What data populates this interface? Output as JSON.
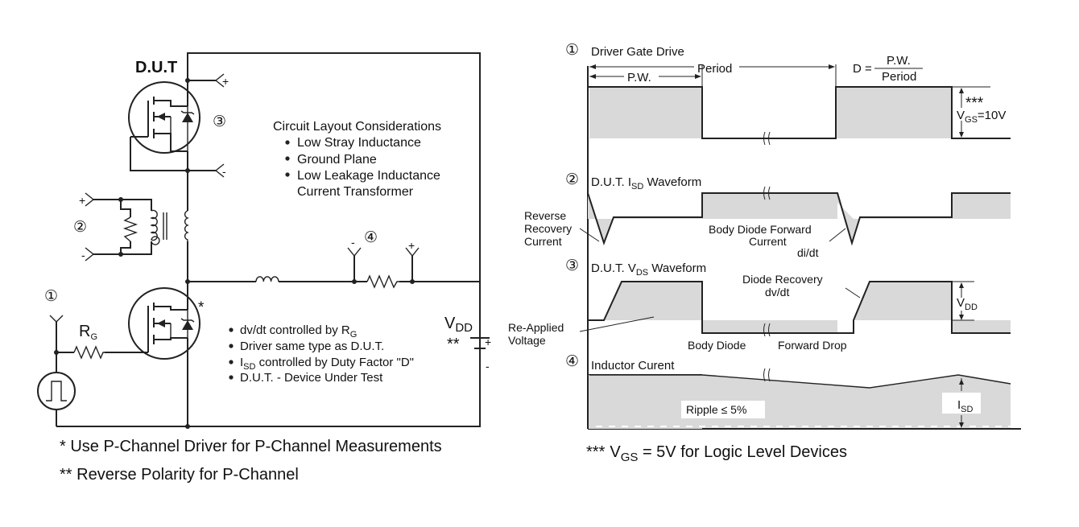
{
  "circuit": {
    "dut_label": "D.U.T",
    "n1": "①",
    "n2": "②",
    "n3": "③",
    "n4": "④",
    "rg_main": "R",
    "rg_sub": "G",
    "vdd_main": "V",
    "vdd_sub": "DD",
    "vdd_stars": "**",
    "plus": "+",
    "minus": "-",
    "star": "*",
    "considerations_title": "Circuit Layout Considerations",
    "considerations": [
      "Low Stray Inductance",
      "Ground Plane",
      "Low Leakage Inductance",
      "Current Transformer"
    ],
    "bullets": [
      {
        "pre": "dv/dt controlled by R",
        "sub": "G",
        "post": ""
      },
      {
        "pre": "Driver same type as D.U.T.",
        "sub": "",
        "post": ""
      },
      {
        "pre": "I",
        "sub": "SD",
        "post": " controlled by Duty Factor \"D\""
      },
      {
        "pre": "D.U.T. - Device Under Test",
        "sub": "",
        "post": ""
      }
    ],
    "footnote1": "* Use P-Channel Driver for P-Channel Measurements",
    "footnote2": "** Reverse Polarity for P-Channel"
  },
  "waveforms": {
    "w1_title": "Driver Gate Drive",
    "period": "Period",
    "pw": "P.W.",
    "d_eq": "D =",
    "d_num": "P.W.",
    "d_den": "Period",
    "vgs_stars": "***",
    "vgs_main": "V",
    "vgs_sub": "GS",
    "vgs_val": "=10V",
    "w2_title_pre": "D.U.T. I",
    "w2_title_sub": "SD",
    "w2_title_post": " Waveform",
    "reverse_recovery": [
      "Reverse",
      "Recovery",
      "Current"
    ],
    "body_diode_forward": "Body  Diode  Forward",
    "current": "Current",
    "didt": "di/dt",
    "w3_title_pre": "D.U.T. V",
    "w3_title_sub": "DS",
    "w3_title_post": " Waveform",
    "diode_recovery": "Diode  Recovery",
    "dvdt": "dv/dt",
    "vdd_main": "V",
    "vdd_sub": "DD",
    "reapplied": [
      "Re-Applied",
      "Voltage"
    ],
    "body_diode": "Body  Diode",
    "forward_drop": "Forward  Drop",
    "w4_title": "Inductor Curent",
    "ripple": "Ripple  ≤  5%",
    "isd_main": "I",
    "isd_sub": "SD",
    "footnote_stars": "***",
    "footnote_main": "V",
    "footnote_sub": "GS",
    "footnote_post": " = 5V for Logic Level Devices"
  }
}
